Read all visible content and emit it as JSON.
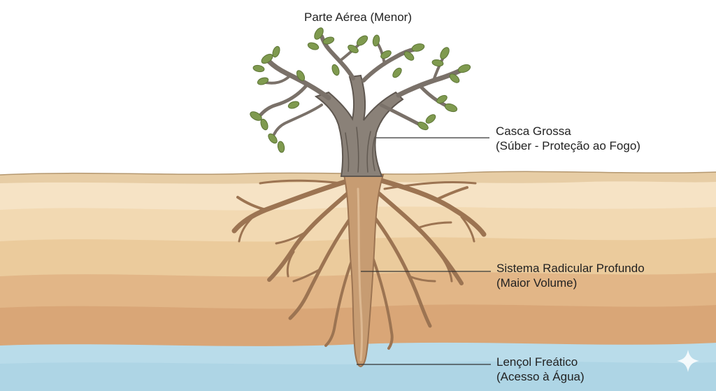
{
  "labels": {
    "top": "Parte Aérea (Menor)",
    "bark": {
      "line1": "Casca Grossa",
      "line2": "(Súber - Proteção ao Fogo)"
    },
    "roots": {
      "line1": "Sistema Radicular Profundo",
      "line2": "(Maior Volume)"
    },
    "water": {
      "line1": "Lençol Freático",
      "line2": "(Acesso à Água)"
    }
  },
  "colors": {
    "sky": "#ffffff",
    "soil_top": "#f5e2c4",
    "soil_mid": "#eccfa2",
    "soil_deep": "#d9a677",
    "water": "#b9dcea",
    "root": "#c79c72",
    "trunk": "#8a8178",
    "leaf": "#7f9a4f",
    "leader_line": "#333333"
  },
  "icons": {
    "corner": "sparkle-icon"
  }
}
